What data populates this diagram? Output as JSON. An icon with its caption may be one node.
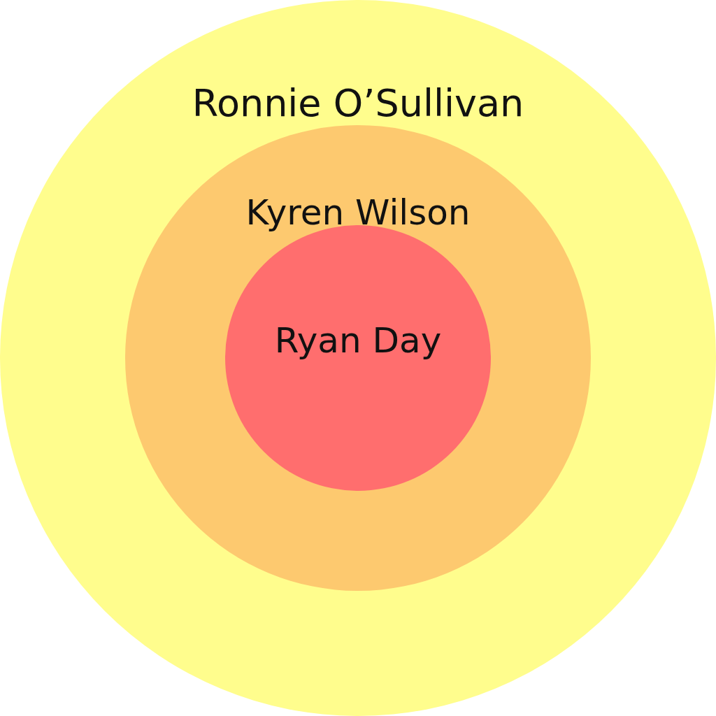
{
  "diagram": {
    "nodes": [
      {
        "text": [
          "Ronnie O’Sullivan"
        ]
      },
      {
        "text": [
          "Kyren Wilson"
        ],
        "in": 0
      },
      {
        "text": [
          "Ryan Day"
        ],
        "in": 1
      }
    ]
  }
}
